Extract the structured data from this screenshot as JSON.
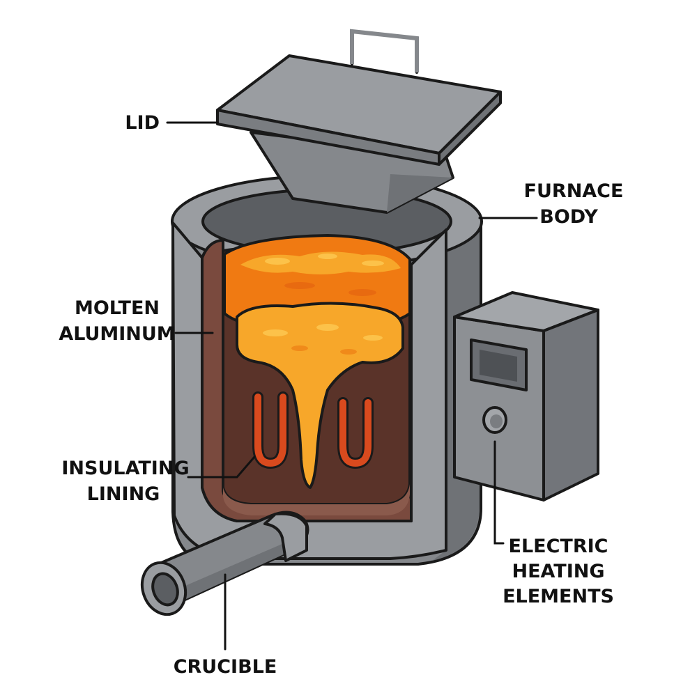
{
  "labels": {
    "lid": "LID",
    "furnace_body_1": "FURNACE",
    "furnace_body_2": "BODY",
    "molten_aluminum_1": "MOLTEN",
    "molten_aluminum_2": "ALUMINUM",
    "insulating_lining_1": "INSULATING",
    "insulating_lining_2": "LINING",
    "electric_heating_1": "ELECTRIC",
    "electric_heating_2": "HEATING",
    "electric_heating_3": "ELEMENTS",
    "crucible": "CRUCIBLE"
  },
  "colors": {
    "steel_light": "#9a9da1",
    "steel_mid": "#85888c",
    "steel_dark": "#6f7276",
    "steel_shadow": "#5b5e62",
    "lining": "#7a4a3e",
    "crucible_inner": "#5a3329",
    "molten_orange": "#f07a12",
    "molten_yellow": "#f7a72a",
    "heating_element": "#d94a1e",
    "outline": "#1a1a1a"
  }
}
